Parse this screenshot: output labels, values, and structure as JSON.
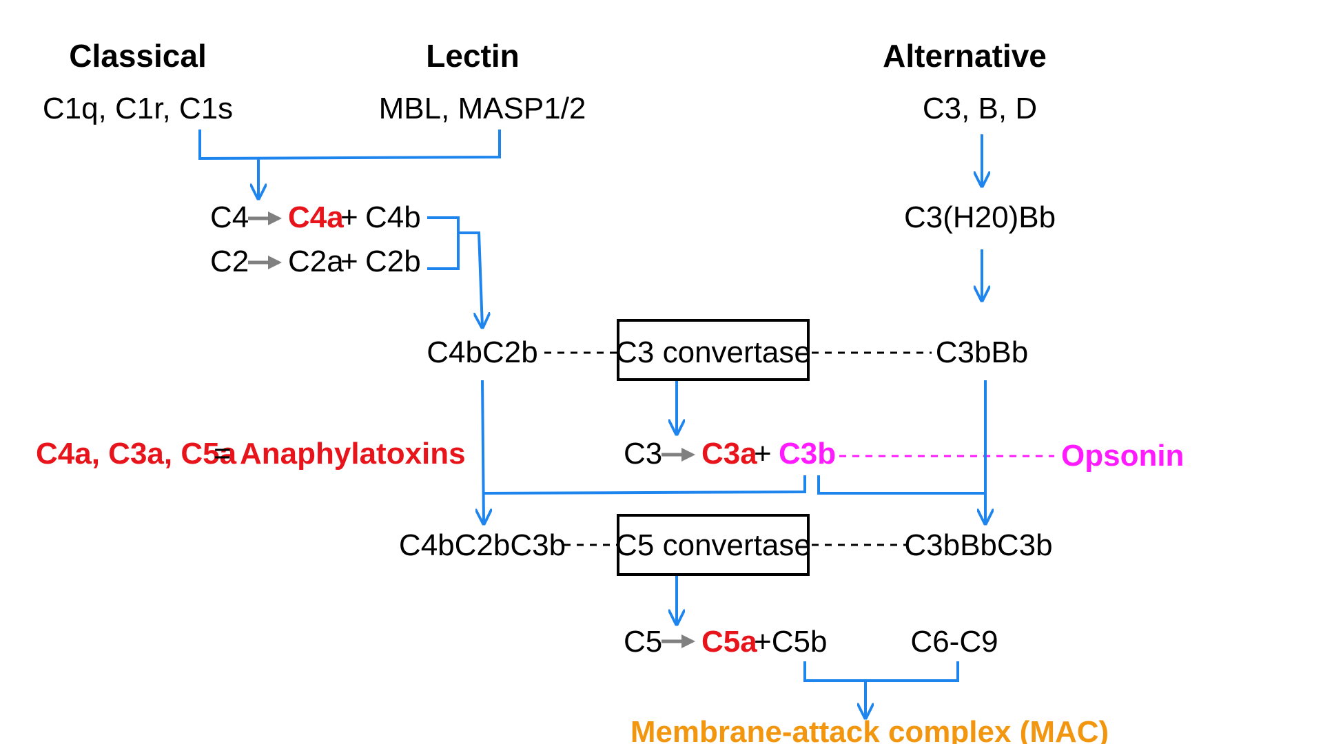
{
  "headers": {
    "classical": "Classical",
    "lectin": "Lectin",
    "alternative": "Alternative"
  },
  "components": {
    "classical": "C1q, C1r, C1s",
    "lectin": "MBL, MASP1/2",
    "alternative": "C3, B, D"
  },
  "reactions": {
    "c4": {
      "substrate": "C4",
      "product_a": "C4a",
      "plus": "+",
      "product_b": "C4b"
    },
    "c2": {
      "substrate": "C2",
      "product_a": "C2a",
      "plus": "+",
      "product_b": "C2b"
    },
    "c3": {
      "substrate": "C3",
      "product_a": "C3a",
      "plus": "+",
      "product_b": "C3b"
    },
    "c5": {
      "substrate": "C5",
      "product_a": "C5a",
      "product_b": "+C5b"
    }
  },
  "intermediates": {
    "c3h2obb": "C3(H20)Bb",
    "c4bc2b": "C4bC2b",
    "c3bbb": "C3bBb",
    "c4bc2bc3b": "C4bC2bC3b",
    "c3bbbc3b": "C3bBbC3b",
    "c6c9": "C6-C9"
  },
  "convertases": {
    "c3": "C3 convertase",
    "c5": "C5 convertase"
  },
  "anaphylatoxins": {
    "list": "C4a, C3a, C5a",
    "equals": "=",
    "label": "Anaphylatoxins"
  },
  "opsonin": "Opsonin",
  "mac": "Membrane-attack complex (MAC)",
  "colors": {
    "arrow": "#1f85ee",
    "anaphylatoxin": "#e8141b",
    "opsonin": "#ff1aff",
    "mac": "#f2960f",
    "cleavage_arrow": "#808080"
  }
}
